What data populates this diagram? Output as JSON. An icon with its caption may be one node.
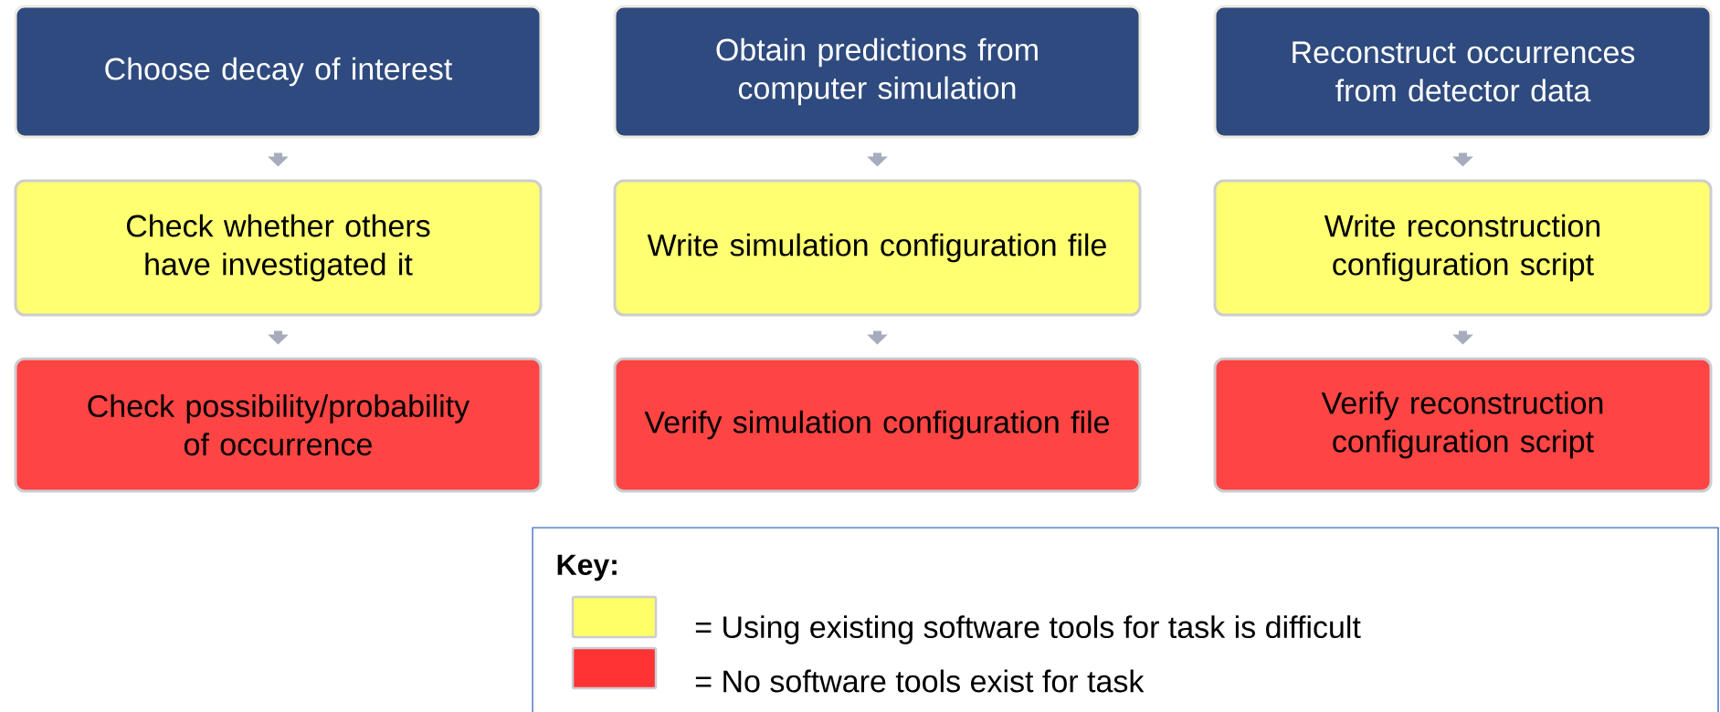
{
  "diagram": {
    "nodes": [
      {
        "text": [
          "Choose decay of interest"
        ]
      },
      {
        "text": [
          "Check whether others have investigated it"
        ]
      },
      {
        "text": [
          "Check possibility/probability of occurrence"
        ]
      },
      {
        "text": [
          "Obtain predictions from computer simulation"
        ]
      },
      {
        "text": [
          "Write simulation configuration file"
        ]
      },
      {
        "text": [
          "Verify simulation configuration file"
        ]
      },
      {
        "text": [
          "Reconstruct occurrences from detector data"
        ]
      },
      {
        "text": [
          "Write reconstruction configuration script"
        ]
      },
      {
        "text": [
          "Verify reconstruction configuration script"
        ]
      }
    ],
    "edges": [
      {
        "from": 0,
        "to": 1,
        "arrow": "to"
      },
      {
        "from": 1,
        "to": 2,
        "arrow": "to"
      },
      {
        "from": 3,
        "to": 4,
        "arrow": "to"
      },
      {
        "from": 4,
        "to": 5,
        "arrow": "to"
      },
      {
        "from": 6,
        "to": 7,
        "arrow": "to"
      },
      {
        "from": 7,
        "to": 8,
        "arrow": "to"
      }
    ],
    "labels": [
      "Key:"
    ],
    "legend": [
      {
        "text": "= Using existing software tools for task is difficult",
        "color": "#ffff66"
      },
      {
        "text": "= No software tools exist for task",
        "color": "#ff3333"
      }
    ]
  }
}
